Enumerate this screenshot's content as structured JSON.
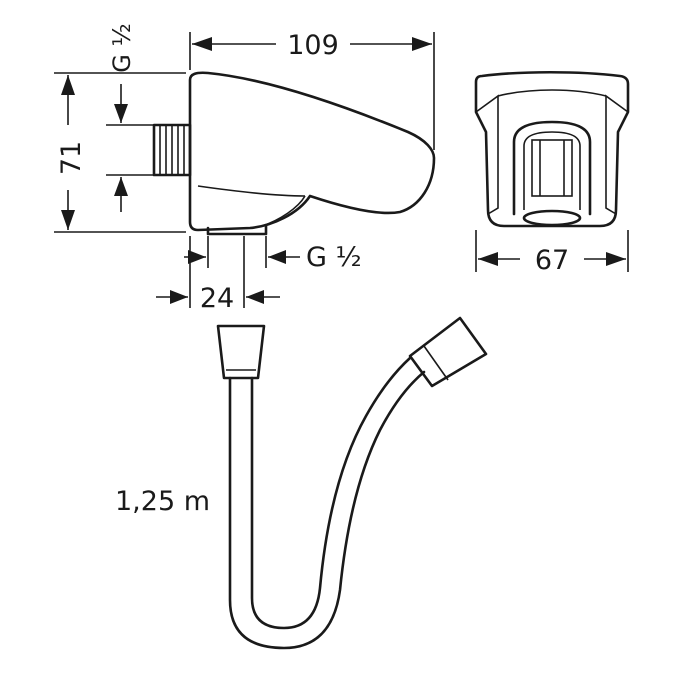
{
  "dimensions": {
    "length": "109",
    "height": "71",
    "width": "67",
    "inlet_offset": "24",
    "thread_top": "G ½",
    "thread_bottom": "G ½",
    "hose_length": "1,25 m"
  },
  "colors": {
    "line": "#1a1a1a",
    "background": "#ffffff"
  }
}
